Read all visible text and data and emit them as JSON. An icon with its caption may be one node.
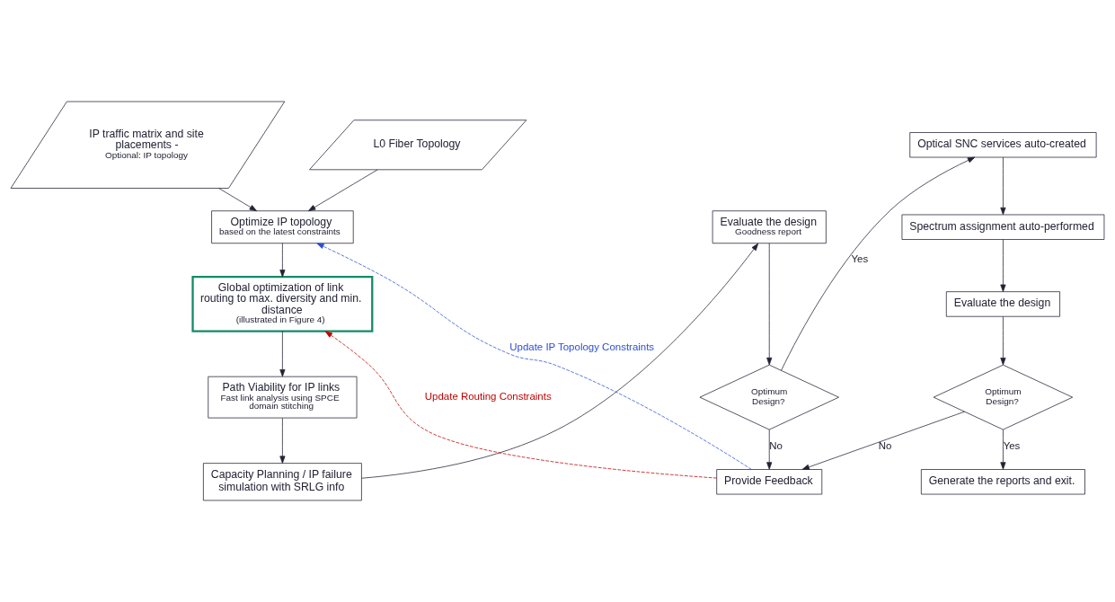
{
  "diagram": {
    "nodes": [
      {
        "text": [
          "L0 Fiber Topology"
        ]
      },
      {
        "text": [
          "IP traffic matrix and site placements -",
          "Optional: IP topology"
        ]
      },
      {
        "text": [
          "Optimize IP topology",
          "based on the latest constraints"
        ]
      },
      {
        "text": [
          "Global optimization of link routing to max. diversity and min. distance",
          "(illustrated in Figure 4)"
        ]
      },
      {
        "text": [
          "Path Viability for IP links",
          "Fast link analysis using SPCE domain stitching"
        ]
      },
      {
        "text": [
          "Capacity Planning / IP failure simulation with SRLG info"
        ]
      },
      {
        "text": [
          "Evaluate the design",
          "Goodness report"
        ]
      },
      {
        "text": [
          "Optimum Design?"
        ]
      },
      {
        "text": [
          "Provide Feedback"
        ]
      },
      {
        "text": [
          "Optical SNC services auto-created"
        ]
      },
      {
        "text": [
          "Spectrum assignment auto-performed"
        ]
      },
      {
        "text": [
          "Evaluate the design"
        ]
      },
      {
        "text": [
          "Optimum Design?"
        ]
      },
      {
        "text": [
          "Generate the reports and exit."
        ]
      }
    ],
    "edges": [
      {
        "from": 0,
        "to": 2,
        "arrow": "to"
      },
      {
        "from": 1,
        "to": 2,
        "arrow": "to"
      },
      {
        "from": 2,
        "to": 3,
        "arrow": "to"
      },
      {
        "from": 3,
        "to": 4,
        "arrow": "to"
      },
      {
        "from": 4,
        "to": 5,
        "arrow": "to"
      },
      {
        "from": 5,
        "to": 6,
        "arrow": "to"
      },
      {
        "from": 6,
        "to": 7,
        "arrow": "to"
      },
      {
        "from": 7,
        "to": 9,
        "arrow": "to",
        "label": "Yes"
      },
      {
        "from": 7,
        "to": 8,
        "arrow": "to",
        "label": "No"
      },
      {
        "from": 8,
        "to": 2,
        "arrow": "to",
        "label": "Update IP Topology Constraints",
        "style": "dashed",
        "color": "#2b4fd8"
      },
      {
        "from": 8,
        "to": 3,
        "arrow": "to",
        "label": "Update Routing Constraints",
        "style": "dashed",
        "color": "#c00000"
      },
      {
        "from": 9,
        "to": 10,
        "arrow": "to"
      },
      {
        "from": 10,
        "to": 11,
        "arrow": "to"
      },
      {
        "from": 11,
        "to": 12,
        "arrow": "to"
      },
      {
        "from": 12,
        "to": 13,
        "arrow": "to",
        "label": "Yes"
      },
      {
        "from": 12,
        "to": 8,
        "arrow": "to",
        "label": "No"
      }
    ]
  }
}
